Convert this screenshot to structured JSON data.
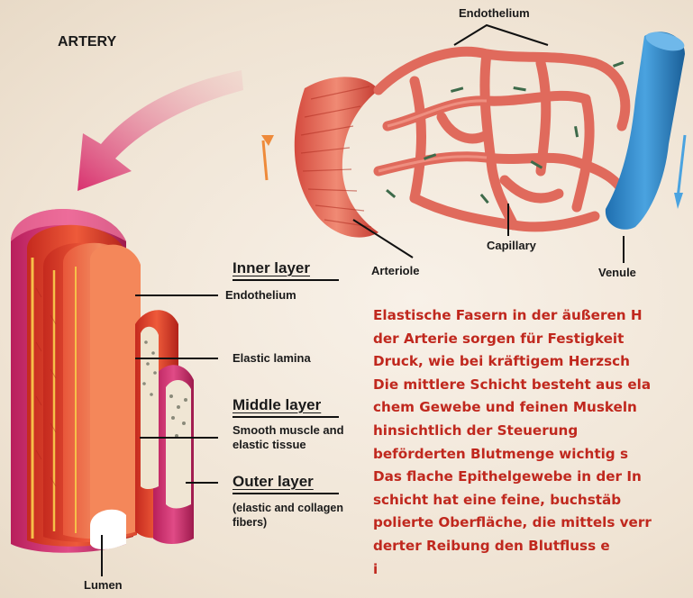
{
  "title": "ARTERY",
  "capillary_labels": {
    "endothelium": "Endothelium",
    "arteriole": "Arteriole",
    "capillary": "Capillary",
    "venule": "Venule"
  },
  "artery_labels": {
    "inner_layer": "Inner layer",
    "endothelium": "Endothelium",
    "elastic_lamina": "Elastic lamina",
    "middle_layer": "Middle layer",
    "smooth_muscle": "Smooth muscle and elastic tissue",
    "outer_layer": "Outer layer",
    "fibers": "(elastic and collagen fibers)",
    "lumen": "Lumen"
  },
  "description_lines": [
    "Elastische Fasern in der äußeren H",
    "der Arterie sorgen für Festigkeit",
    "Druck, wie bei kräftigem Herzsch",
    "Die mittlere Schicht besteht aus ela",
    "chem Gewebe und feinen Muskeln",
    "hinsichtlich der Steuerung",
    "beförderten Blutmenge wichtig s",
    "Das flache Epithelgewebe in der In",
    "schicht hat eine feine, buchstäb",
    "polierte Oberfläche, die mittels verr",
    "derter Reibung den Blutfluss e",
    "i"
  ],
  "colors": {
    "label_text": "#1a1a1a",
    "description_text": "#c0281e",
    "arrow": "#d63c7a",
    "vein": "#2f86c8",
    "capillary": "#e06a5c"
  }
}
